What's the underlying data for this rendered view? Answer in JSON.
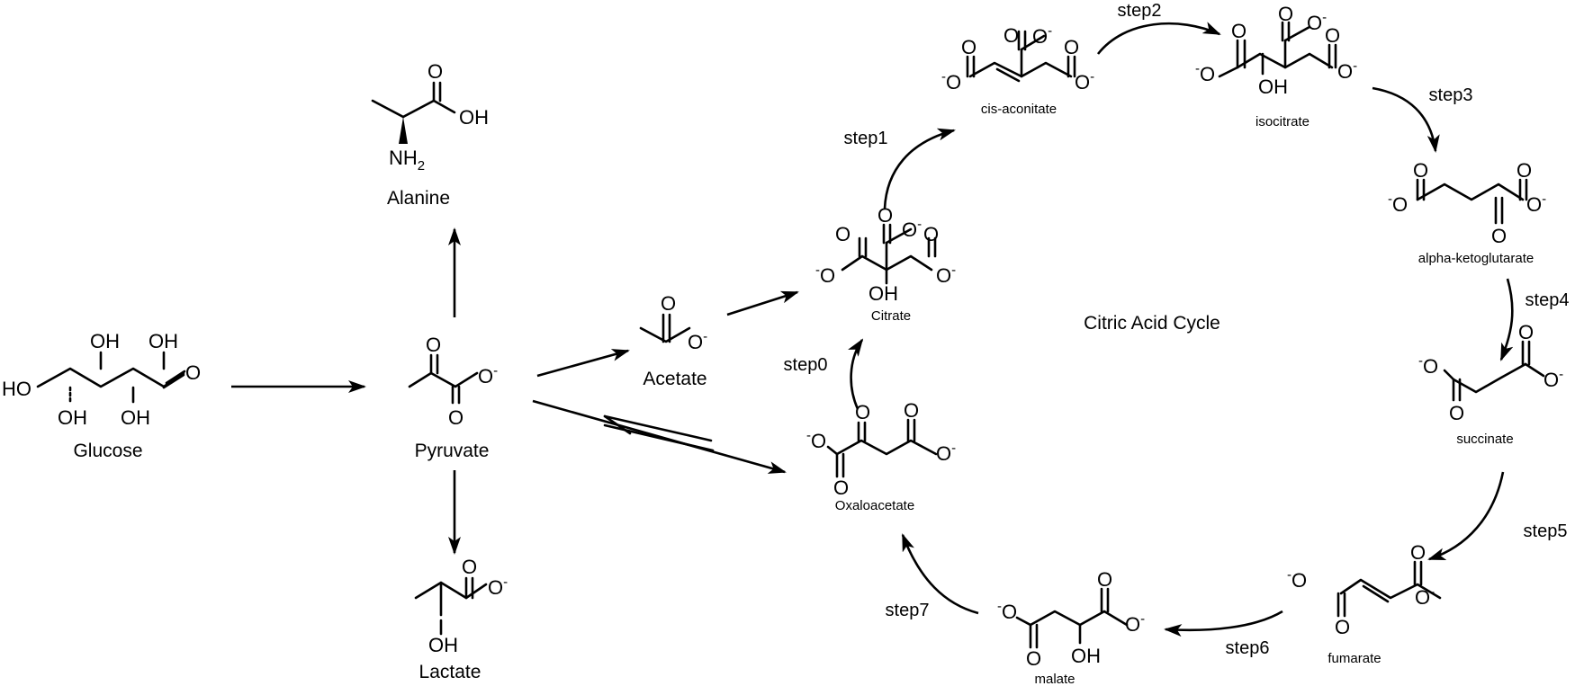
{
  "compounds": {
    "glucose": "Glucose",
    "alanine": "Alanine",
    "pyruvate": "Pyruvate",
    "lactate": "Lactate",
    "acetate": "Acetate",
    "citrate": "Citrate",
    "cis_aconitate": "cis-aconitate",
    "isocitrate": "isocitrate",
    "alpha_ketoglutarate": "alpha-ketoglutarate",
    "succinate": "succinate",
    "fumarate": "fumarate",
    "malate": "malate",
    "oxaloacetate": "Oxaloacetate"
  },
  "cycle_label": "Citric Acid Cycle",
  "steps": [
    "step0",
    "step1",
    "step2",
    "step3",
    "step4",
    "step5",
    "step6",
    "step7"
  ],
  "atoms": {
    "O": "O",
    "OH": "OH",
    "HO": "HO",
    "NH": "NH",
    "two": "2",
    "minus": "-"
  }
}
